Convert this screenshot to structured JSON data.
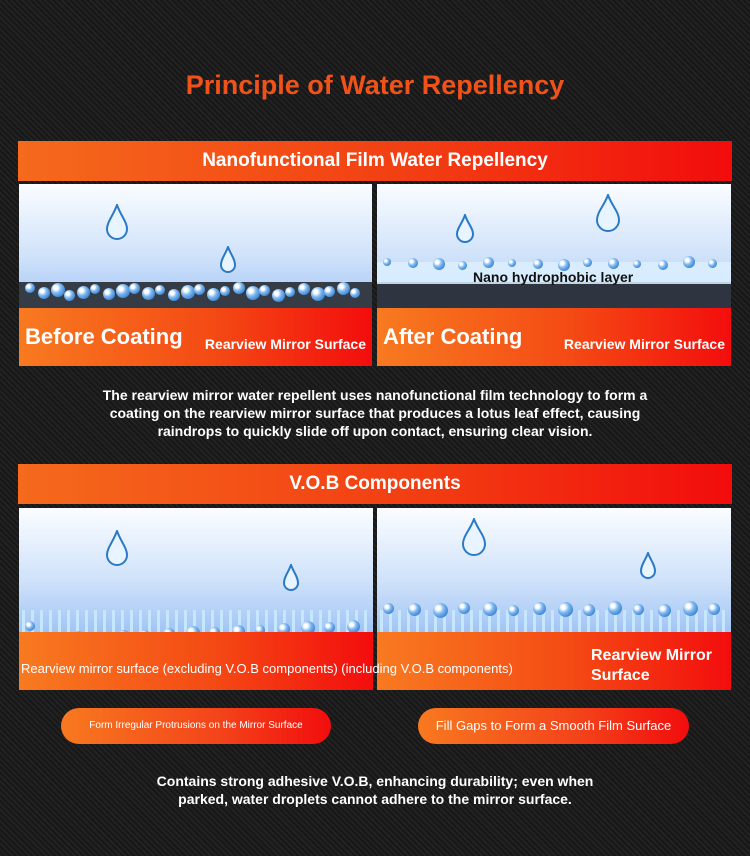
{
  "title": "Principle of Water Repellency",
  "section1": {
    "banner": "Nanofunctional Film Water Repellency",
    "left": {
      "label": "Before Coating",
      "surface": "Rearview Mirror Surface"
    },
    "right": {
      "label": "After Coating",
      "surface": "Rearview Mirror Surface",
      "layer": "Nano hydrophobic layer"
    },
    "description": [
      "The rearview mirror water repellent uses nanofunctional film technology to form a",
      "coating on the rearview mirror surface that produces a lotus leaf effect, causing",
      "raindrops to quickly slide off upon contact, ensuring clear vision."
    ]
  },
  "section2": {
    "banner": "V.O.B Components",
    "left": {
      "caption": "Rearview mirror surface (excluding V.O.B components) (including V.O.B components)"
    },
    "right": {
      "surface_line1": "Rearview Mirror",
      "surface_line2": "Surface"
    },
    "pill_left": "Form Irregular Protrusions on the Mirror Surface",
    "pill_right": "Fill Gaps to Form a Smooth Film Surface",
    "description": [
      "Contains strong adhesive V.O.B, enhancing durability; even when",
      "parked, water droplets cannot adhere to the mirror surface."
    ]
  }
}
